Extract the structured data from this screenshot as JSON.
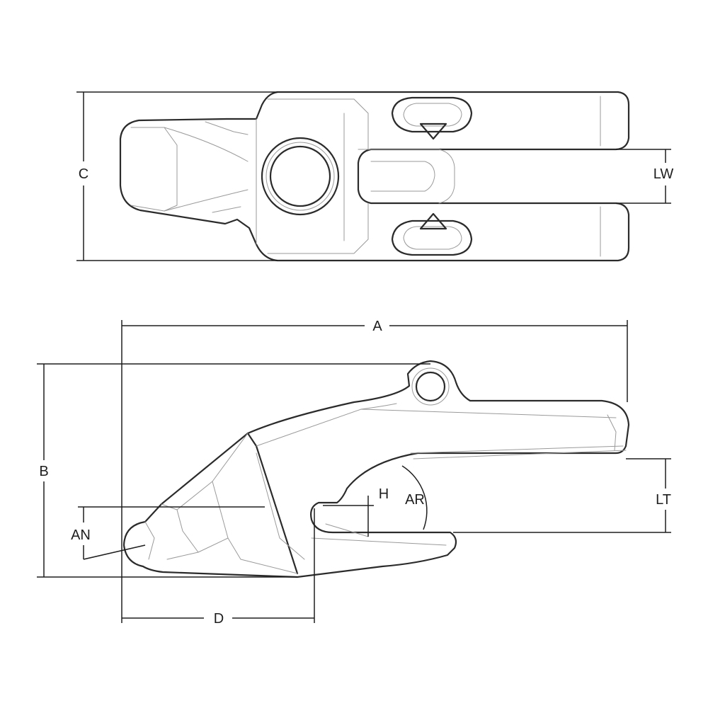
{
  "dimensions": {
    "A": "A",
    "B": "B",
    "C": "C",
    "D": "D",
    "H": "H",
    "AR": "AR",
    "AN": "AN",
    "LT": "LT",
    "LW": "LW"
  }
}
